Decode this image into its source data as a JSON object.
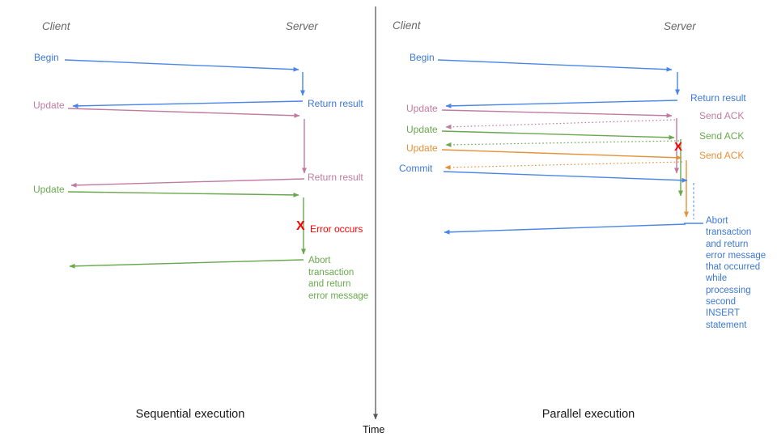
{
  "colors": {
    "blue_text": "#3c78d8",
    "blue_line": "#4a86e8",
    "blue_dash": "#6d9eeb",
    "pink": "#c27ba0",
    "green": "#6aa84f",
    "orange": "#e69138",
    "red": "#ff0000",
    "header_gray": "#666666",
    "axis_gray": "#595959"
  },
  "axis": {
    "label": "Time"
  },
  "sequential": {
    "title": "Sequential execution",
    "client": "Client",
    "server": "Server",
    "begin": "Begin",
    "return_result_1": "Return result",
    "update_1": "Update",
    "return_result_2": "Return result",
    "update_2": "Update",
    "error_mark": "X",
    "error_label": "Error occurs",
    "abort_note": "Abort transaction and return error message"
  },
  "parallel": {
    "title": "Parallel execution",
    "client": "Client",
    "server": "Server",
    "begin": "Begin",
    "return_result": "Return result",
    "update_1": "Update",
    "send_ack_1": "Send ACK",
    "update_2": "Update",
    "send_ack_2": "Send ACK",
    "update_3": "Update",
    "send_ack_3": "Send ACK",
    "commit": "Commit",
    "error_mark": "X",
    "abort_note": "Abort transaction and return error message that occurred while processing second INSERT statement"
  }
}
